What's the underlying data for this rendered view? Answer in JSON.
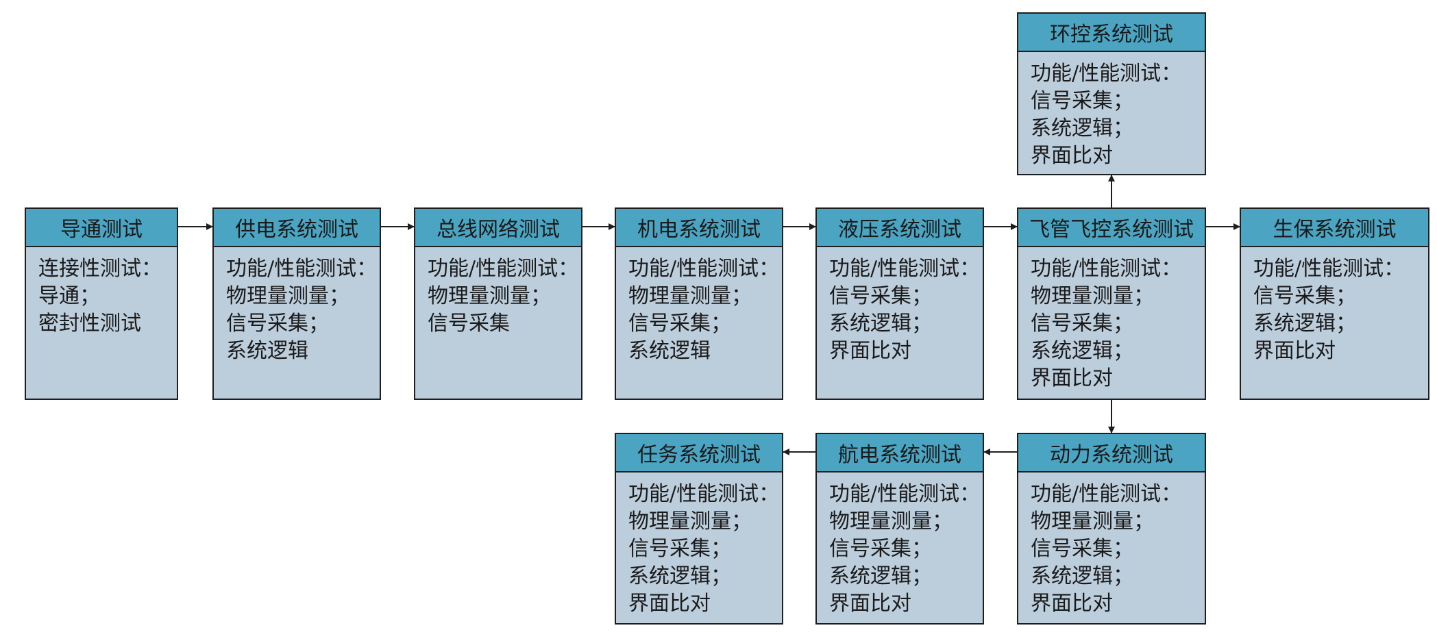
{
  "diagram": {
    "colors": {
      "header": "#4ba5c2",
      "body": "#bccddc",
      "border": "#1e1e1e"
    },
    "nodes": [
      {
        "id": "daotong",
        "title": "导通测试",
        "lines": [
          "连接性测试：",
          "导通；",
          "密封性测试"
        ]
      },
      {
        "id": "gongdian",
        "title": "供电系统测试",
        "lines": [
          "功能/性能测试：",
          "物理量测量；",
          "信号采集；",
          "系统逻辑"
        ]
      },
      {
        "id": "zongxian",
        "title": "总线网络测试",
        "lines": [
          "功能/性能测试：",
          "物理量测量；",
          "信号采集"
        ]
      },
      {
        "id": "jidian",
        "title": "机电系统测试",
        "lines": [
          "功能/性能测试：",
          "物理量测量；",
          "信号采集；",
          "系统逻辑"
        ]
      },
      {
        "id": "yeya",
        "title": "液压系统测试",
        "lines": [
          "功能/性能测试：",
          "信号采集；",
          "系统逻辑；",
          "界面比对"
        ]
      },
      {
        "id": "feiguan",
        "title": "飞管飞控系统测试",
        "lines": [
          "功能/性能测试：",
          "物理量测量；",
          "信号采集；",
          "系统逻辑；",
          "界面比对"
        ]
      },
      {
        "id": "shengbao",
        "title": "生保系统测试",
        "lines": [
          "功能/性能测试：",
          "信号采集；",
          "系统逻辑；",
          "界面比对"
        ]
      },
      {
        "id": "huankong",
        "title": "环控系统测试",
        "lines": [
          "功能/性能测试：",
          "信号采集；",
          "系统逻辑；",
          "界面比对"
        ]
      },
      {
        "id": "dongli",
        "title": "动力系统测试",
        "lines": [
          "功能/性能测试：",
          "物理量测量；",
          "信号采集；",
          "系统逻辑；",
          "界面比对"
        ]
      },
      {
        "id": "hangdian",
        "title": "航电系统测试",
        "lines": [
          "功能/性能测试：",
          "物理量测量；",
          "信号采集；",
          "系统逻辑；",
          "界面比对"
        ]
      },
      {
        "id": "renwu",
        "title": "任务系统测试",
        "lines": [
          "功能/性能测试：",
          "物理量测量；",
          "信号采集；",
          "系统逻辑；",
          "界面比对"
        ]
      }
    ],
    "edges": [
      {
        "from": "daotong",
        "to": "gongdian"
      },
      {
        "from": "gongdian",
        "to": "zongxian"
      },
      {
        "from": "zongxian",
        "to": "jidian"
      },
      {
        "from": "jidian",
        "to": "yeya"
      },
      {
        "from": "yeya",
        "to": "feiguan"
      },
      {
        "from": "feiguan",
        "to": "shengbao"
      },
      {
        "from": "feiguan",
        "to": "huankong"
      },
      {
        "from": "feiguan",
        "to": "dongli"
      },
      {
        "from": "dongli",
        "to": "hangdian"
      },
      {
        "from": "hangdian",
        "to": "renwu"
      }
    ]
  }
}
